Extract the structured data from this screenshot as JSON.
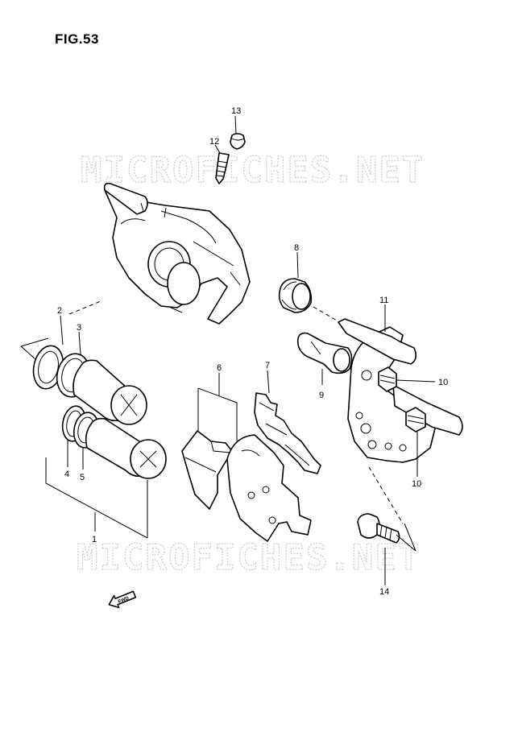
{
  "figure": {
    "title": "FIG.53"
  },
  "watermark": {
    "text": "MICROFICHES.NET"
  },
  "direction_marker": {
    "label": "FWD",
    "icon": "fwd-arrow-icon"
  },
  "callouts": {
    "c1": "1",
    "c2": "2",
    "c3": "3",
    "c4": "4",
    "c5": "5",
    "c6": "6",
    "c7": "7",
    "c8": "8",
    "c9": "9",
    "c10a": "10",
    "c10b": "10",
    "c11": "11",
    "c12": "12",
    "c13": "13",
    "c14": "14"
  }
}
